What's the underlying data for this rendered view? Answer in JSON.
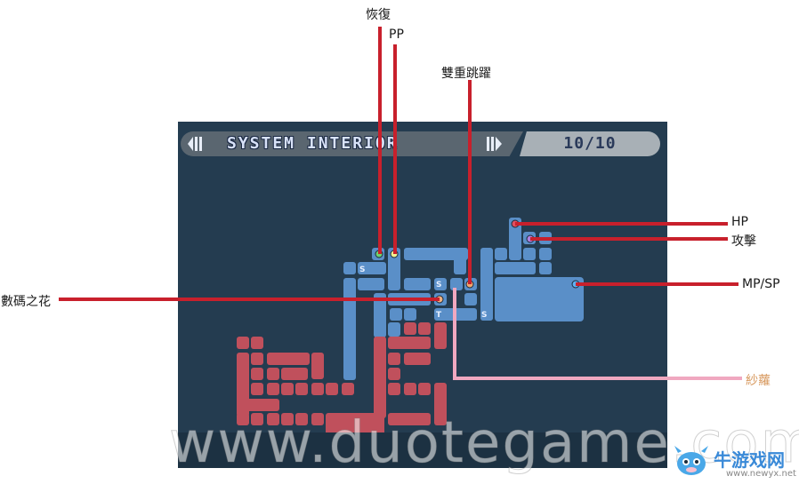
{
  "header": {
    "area_name": "SYSTEM INTERIOR",
    "progress": "10/10"
  },
  "callouts": {
    "recovery": "恢復",
    "pp": "PP",
    "double_jump": "雙重跳躍",
    "hp": "HP",
    "attack": "攻擊",
    "mp_sp": "MP/SP",
    "digital_flower": "數碼之花",
    "sara": "紗蘿"
  },
  "map_markers": {
    "save_label": "S",
    "teleport_label": "T"
  },
  "watermark": {
    "text": "www.duotegame.com"
  },
  "logo": {
    "name": "牛游戏网",
    "url": "www.newyx.net"
  },
  "colors": {
    "panel_bg": "#243c50",
    "explored_room": "#5a8fc8",
    "unexplored_room": "#c0505c",
    "callout_line": "#c8202c",
    "sara_line": "#f0a8c0",
    "sara_text": "#d89a60"
  }
}
